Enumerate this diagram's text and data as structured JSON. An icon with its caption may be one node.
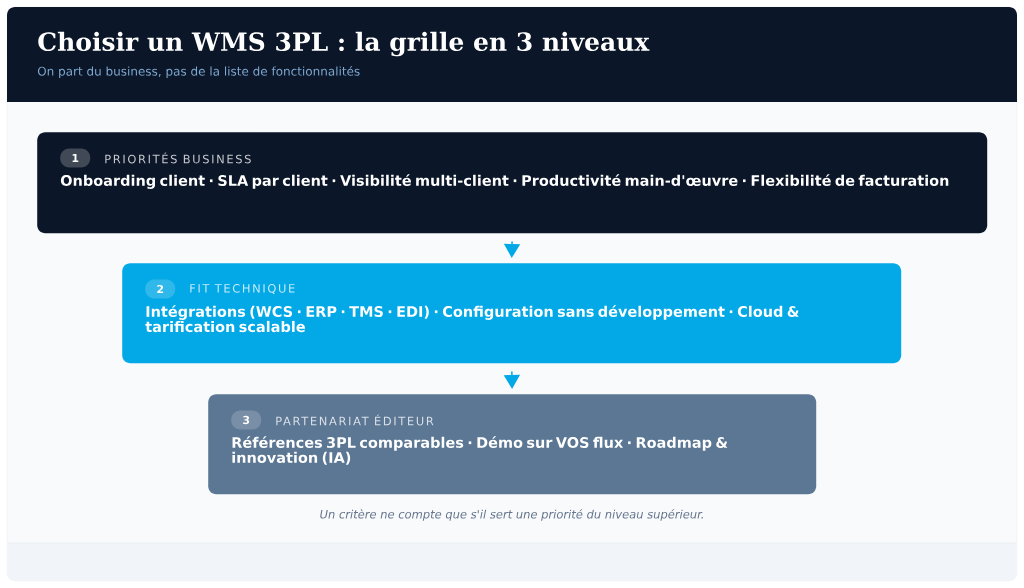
{
  "diagram": {
    "title": "Choisir un WMS 3PL : la grille en 3 niveaux",
    "caption": "Un critère ne compte que s'il sert une priorité du niveau supérieur.",
    "nodes": [
      {
        "text": [
          "1",
          "PRIORITÉS BUSINESS",
          "Onboarding client  ·  SLA par client  ·  Visibilité multi-client  ·  Productivité main-d'œuvre  ·  Flexibilité de facturation"
        ]
      },
      {
        "text": [
          "2",
          "FIT TECHNIQUE",
          "Intégrations (WCS · ERP · TMS · EDI)  ·  Configuration sans développement  ·  Cloud & tarification scalable"
        ]
      },
      {
        "text": [
          "3",
          "PARTENARIAT ÉDITEUR",
          "Références 3PL comparables  ·  Démo sur VOS flux  ·  Roadmap & innovation (IA)"
        ]
      }
    ],
    "edges": [
      {
        "from": 0,
        "to": 1,
        "arrow": "to"
      },
      {
        "from": 1,
        "to": 2,
        "arrow": "to"
      }
    ],
    "labels": [
      "On part du business, pas de la liste de fonctionnalités"
    ]
  }
}
